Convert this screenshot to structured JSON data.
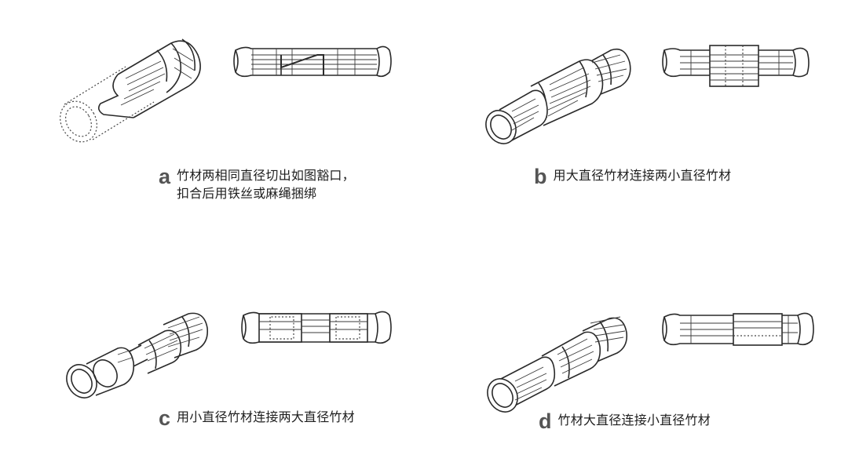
{
  "panels": [
    {
      "id": "a",
      "letter": "a",
      "lines": [
        "竹材两相同直径切出如图豁口，",
        "扣合后用铁丝或麻绳捆绑"
      ]
    },
    {
      "id": "b",
      "letter": "b",
      "lines": [
        "用大直径竹材连接两小直径竹材"
      ]
    },
    {
      "id": "c",
      "letter": "c",
      "lines": [
        "用小直径竹材连接两大直径竹材"
      ]
    },
    {
      "id": "d",
      "letter": "d",
      "lines": [
        "竹材大直径连接小直径竹材"
      ]
    }
  ]
}
